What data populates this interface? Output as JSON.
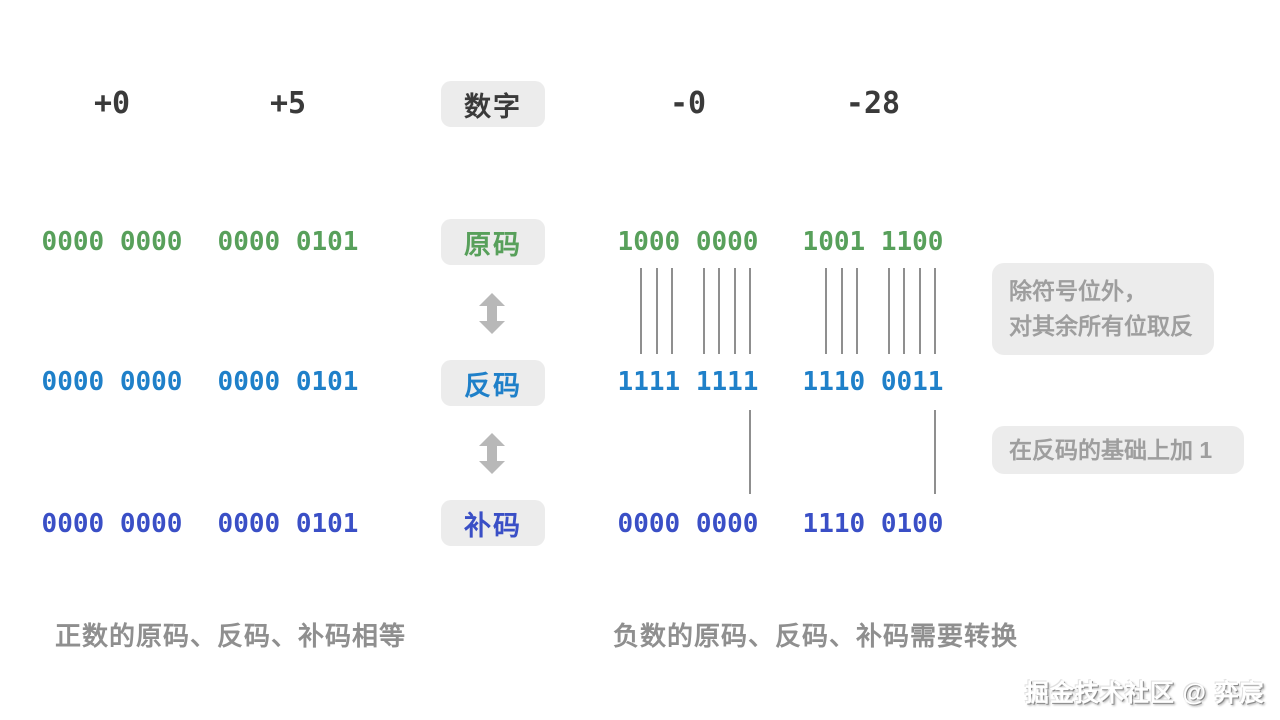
{
  "header": {
    "numbers": [
      "+0",
      "+5",
      "-0",
      "-28"
    ],
    "badge": "数字"
  },
  "rows": [
    {
      "label": "原码",
      "color": "#58a05b",
      "values": [
        "0000 0000",
        "0000 0101",
        "1000 0000",
        "1001 1100"
      ]
    },
    {
      "label": "反码",
      "color": "#1f80c9",
      "values": [
        "0000 0000",
        "0000 0101",
        "1111 1111",
        "1110 0011"
      ]
    },
    {
      "label": "补码",
      "color": "#3a4fc6",
      "values": [
        "0000 0000",
        "0000 0101",
        "0000 0000",
        "1110 0100"
      ]
    }
  ],
  "annotations": {
    "flip_note": [
      "除符号位外，",
      "对其余所有位取反"
    ],
    "add_one_note": "在反码的基础上加 1"
  },
  "captions": {
    "positive": "正数的原码、反码、补码相等",
    "negative": "负数的原码、反码、补码需要转换"
  },
  "watermark": "掘金技术社区 @ 弈宸",
  "colors": {
    "header_text": "#3a3a3a",
    "badge_background": "#ececec",
    "sign_magnitude_green": "#58a05b",
    "ones_complement_blue": "#1f80c9",
    "twos_complement_indigo": "#3a4fc6",
    "note_text": "#9e9e9e",
    "caption_text": "#8f8f8f",
    "arrow_gray": "#b8b8b8",
    "connector_line": "#8f8f8f"
  }
}
